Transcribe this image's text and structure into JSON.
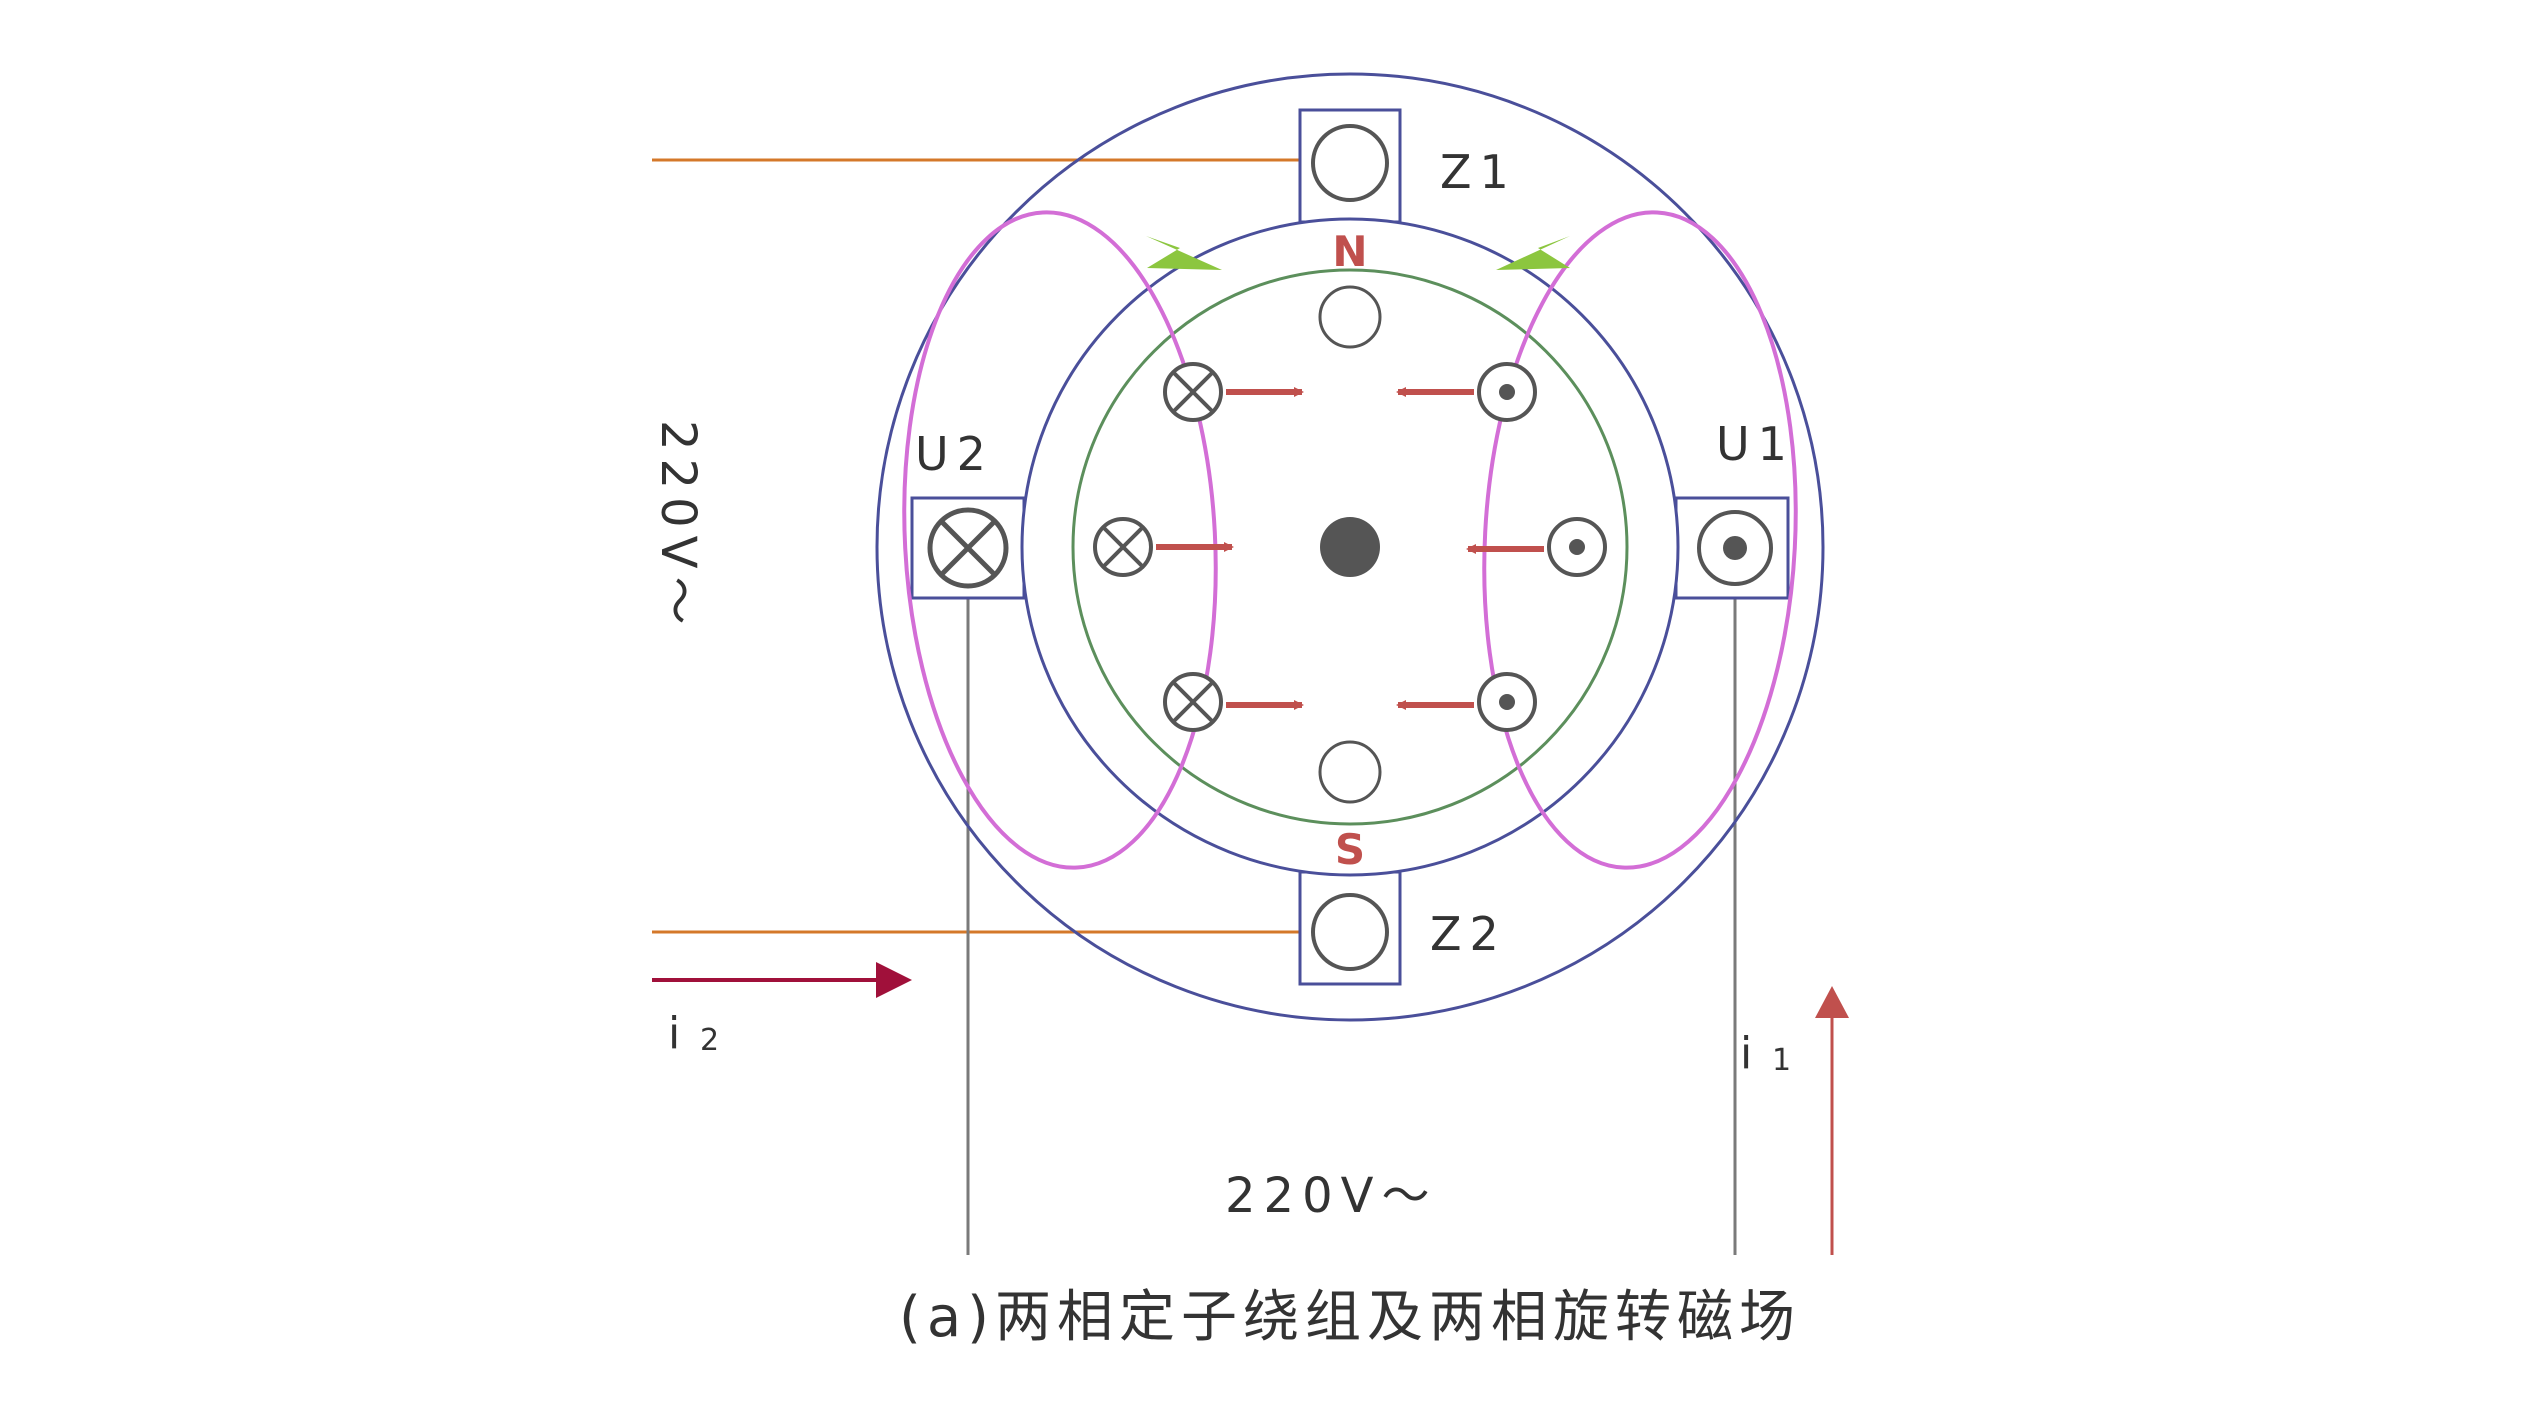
{
  "labels": {
    "z1": "Z1",
    "z2": "Z2",
    "u1": "U1",
    "u2": "U2",
    "north": "N",
    "south": "S",
    "voltage_left": "220V～",
    "voltage_bottom": "220V～",
    "current_1": "i",
    "current_1_sub": "1",
    "current_2": "i",
    "current_2_sub": "2",
    "caption": "(a)两相定子绕组及两相旋转磁场"
  },
  "colors": {
    "stator_outline": "#4a4f9a",
    "rotor_ring": "#5c8f5c",
    "flux_line": "#d36ed6",
    "flux_arrow": "#8cc63f",
    "force_arrow": "#c0504d",
    "wire_orange": "#d4782a",
    "wire_gray": "#7a7a7a",
    "current_arrow_dark": "#a0103a",
    "current_arrow_light": "#c0504d",
    "conductor": "#555555"
  }
}
